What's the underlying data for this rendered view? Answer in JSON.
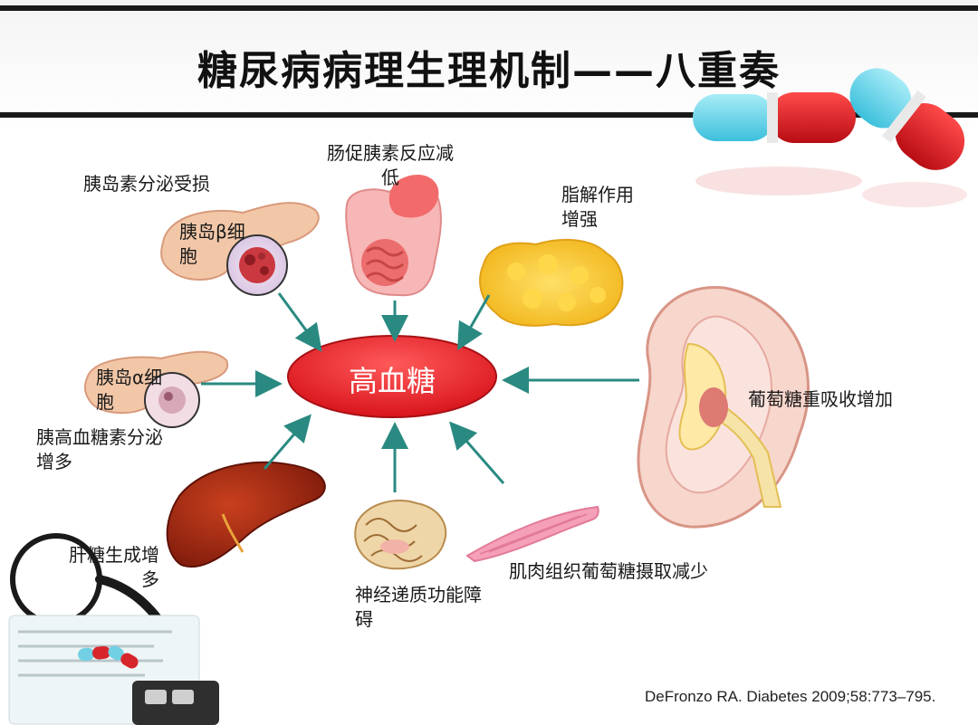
{
  "title": "糖尿病病理生理机制——八重奏",
  "center": {
    "label": "高血糖"
  },
  "factors": {
    "islet_secretion": "胰岛素分泌受损",
    "beta_cell": "胰岛β细胞",
    "incretin": "肠促胰素反应减低",
    "lipolysis": "脂解作用增强",
    "alpha_cell": "胰岛α细胞",
    "glucagon": "胰高血糖素分泌增多",
    "kidney": "葡萄糖重吸收增加",
    "liver": "肝糖生成增多",
    "brain": "神经递质功能障碍",
    "muscle": "肌肉组织葡萄糖摄取减少"
  },
  "citation": "DeFronzo RA. Diabetes 2009;58:773–795.",
  "colors": {
    "center_fill": "#e8262b",
    "arrow": "#2a8a82",
    "rule": "#1a1a1a"
  },
  "icons": [
    "pancreas",
    "beta-cell",
    "stomach-intestine",
    "adipose-tissue",
    "kidney",
    "liver",
    "brain",
    "muscle",
    "capsule",
    "magnifier",
    "calculator"
  ]
}
